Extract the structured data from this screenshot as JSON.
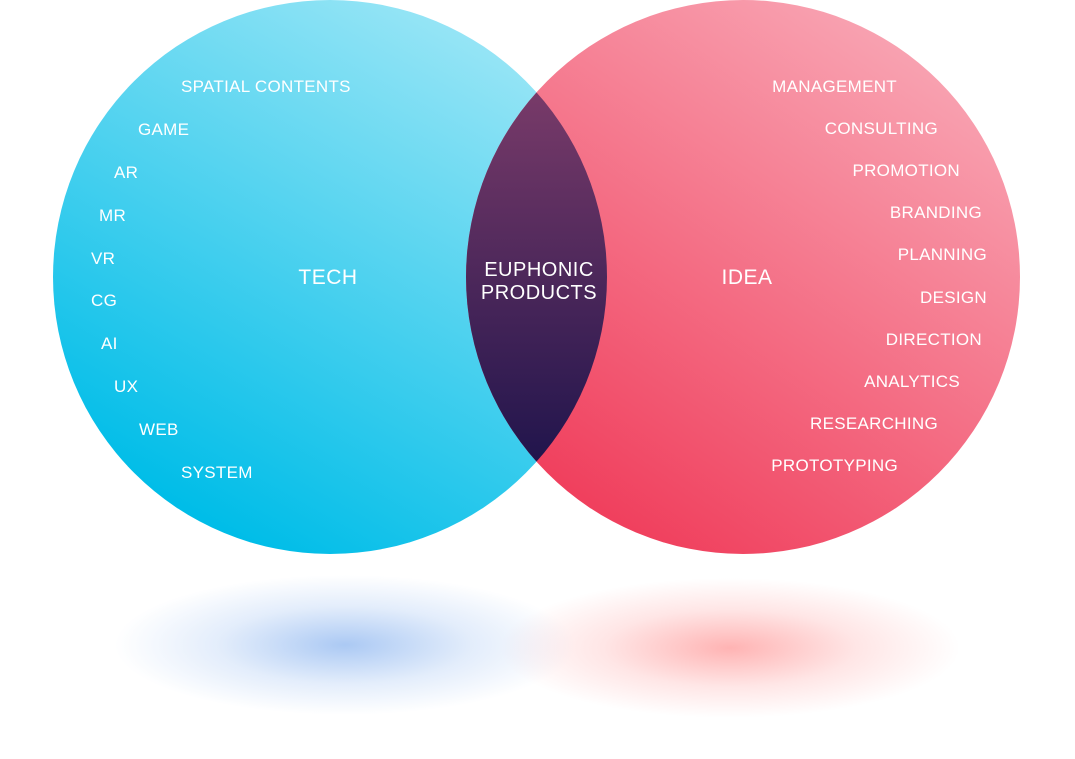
{
  "colors": {
    "tech_light": "#9be6f6",
    "tech_dark": "#00bde8",
    "idea_light": "#f9a8b6",
    "idea_dark": "#f03e5c",
    "overlap_top": "#8e4470",
    "overlap_bottom": "#0b0b45",
    "shadow_blue": "#8fb7f0",
    "shadow_red": "#ff9a9a"
  },
  "tech": {
    "title": "TECH",
    "items": [
      "SPATIAL CONTENTS",
      "GAME",
      "AR",
      "MR",
      "VR",
      "CG",
      "AI",
      "UX",
      "WEB",
      "SYSTEM"
    ]
  },
  "idea": {
    "title": "IDEA",
    "items": [
      "MANAGEMENT",
      "CONSULTING",
      "PROMOTION",
      "BRANDING",
      "PLANNING",
      "DESIGN",
      "DIRECTION",
      "ANALYTICS",
      "RESEARCHING",
      "PROTOTYPING"
    ]
  },
  "overlap": {
    "line1": "EUPHONIC",
    "line2": "PRODUCTS"
  }
}
